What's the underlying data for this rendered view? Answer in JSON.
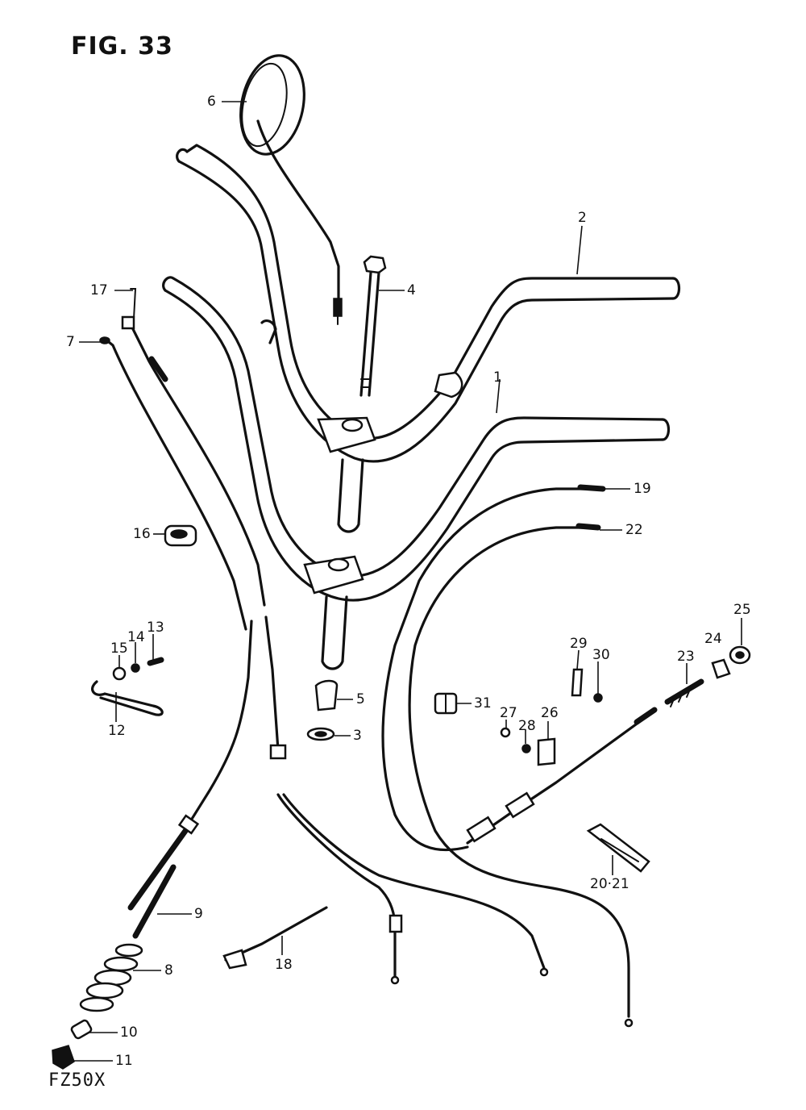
{
  "figure": {
    "title": "FIG. 33",
    "model": "FZ50X"
  },
  "callouts": {
    "p1": "1",
    "p2": "2",
    "p3": "3",
    "p4": "4",
    "p5": "5",
    "p6": "6",
    "p7": "7",
    "p8": "8",
    "p9": "9",
    "p10": "10",
    "p11": "11",
    "p12": "12",
    "p13": "13",
    "p14": "14",
    "p15": "15",
    "p16": "16",
    "p17": "17",
    "p18": "18",
    "p19": "19",
    "p20_21": "20·21",
    "p22": "22",
    "p23": "23",
    "p24": "24",
    "p25": "25",
    "p26": "26",
    "p27": "27",
    "p28": "28",
    "p29": "29",
    "p30": "30",
    "p31": "31"
  }
}
